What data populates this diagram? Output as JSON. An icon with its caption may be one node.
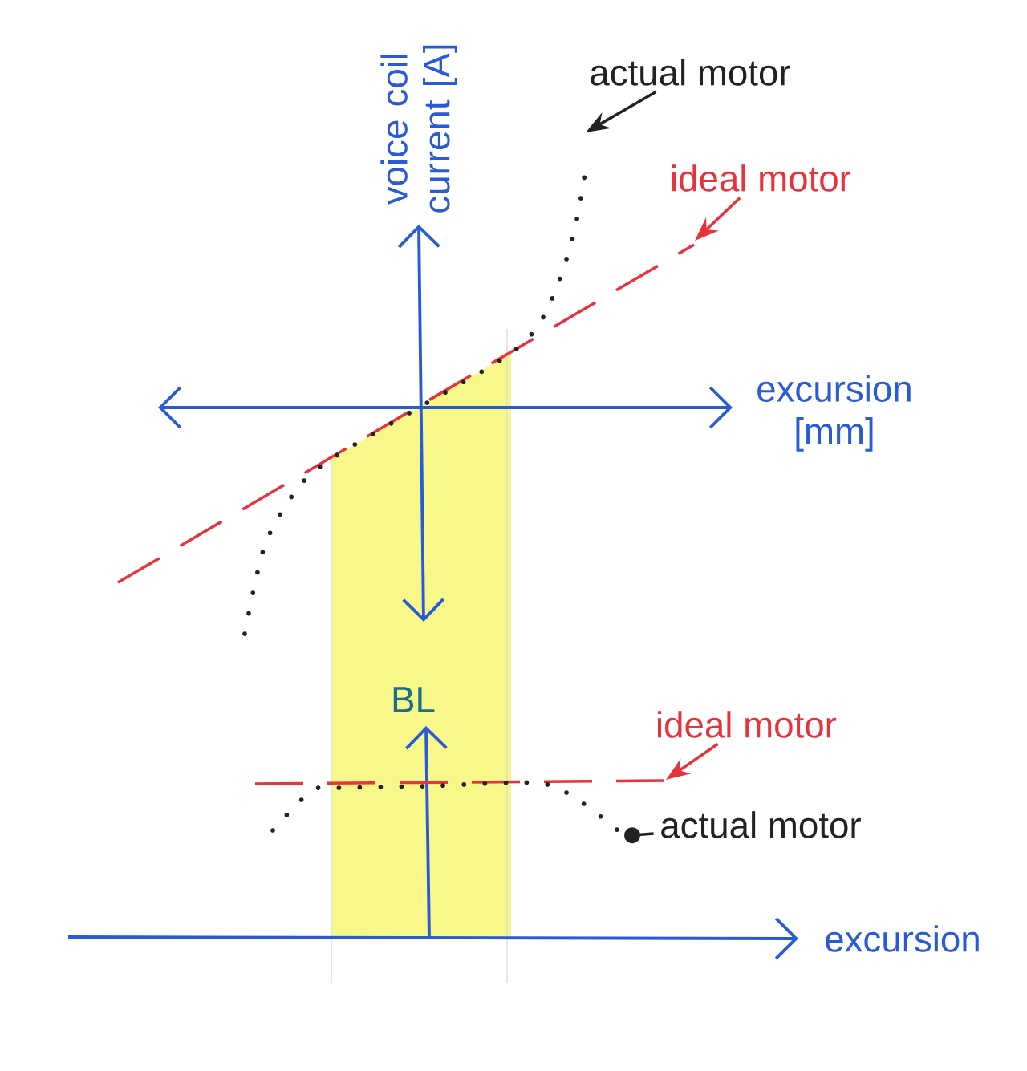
{
  "diagram": {
    "nodes": [
      {
        "text": [
          "actual motor"
        ]
      },
      {
        "text": [
          "ideal motor"
        ]
      },
      {
        "text": [
          "ideal motor"
        ]
      },
      {
        "text": [
          "actual motor"
        ]
      }
    ],
    "edges": [
      {
        "from": 0,
        "to": null,
        "arrow": "to"
      },
      {
        "from": 1,
        "to": null,
        "arrow": "to",
        "color": "#e8323c"
      },
      {
        "from": 2,
        "to": null,
        "arrow": "to",
        "color": "#e8323c"
      },
      {
        "from": 3,
        "to": null,
        "arrow": "other"
      }
    ],
    "labels": [
      "voice coil current [A]",
      "excursion [mm]",
      "BL",
      "excursion"
    ]
  }
}
